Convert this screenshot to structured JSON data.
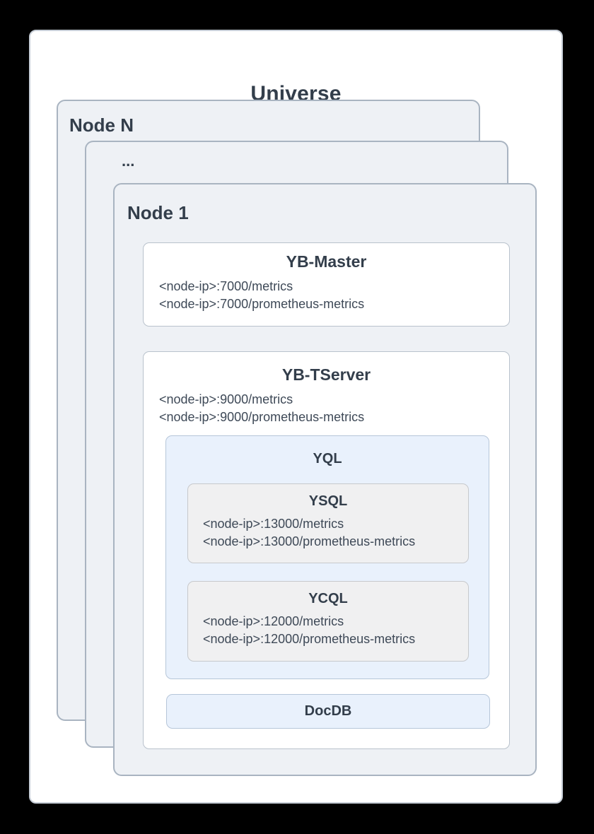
{
  "diagram": {
    "title": "Universe",
    "node_n": {
      "label": "Node N"
    },
    "node_ellipsis": {
      "label": "..."
    },
    "node_1": {
      "label": "Node 1"
    },
    "yb_master": {
      "title": "YB-Master",
      "lines": [
        "<node-ip>:7000/metrics",
        "<node-ip>:7000/prometheus-metrics"
      ]
    },
    "yb_tserver": {
      "title": "YB-TServer",
      "lines": [
        "<node-ip>:9000/metrics",
        "<node-ip>:9000/prometheus-metrics"
      ]
    },
    "yql": {
      "title": "YQL",
      "ysql": {
        "title": "YSQL",
        "lines": [
          "<node-ip>:13000/metrics",
          "<node-ip>:13000/prometheus-metrics"
        ]
      },
      "ycql": {
        "title": "YCQL",
        "lines": [
          "<node-ip>:12000/metrics",
          "<node-ip>:12000/prometheus-metrics"
        ]
      }
    },
    "docdb": {
      "title": "DocDB"
    },
    "colors": {
      "page_background": "#000000",
      "card_background": "#ffffff",
      "card_border": "#c6cdd6",
      "node_background": "#eef1f5",
      "node_border": "#a9b4c1",
      "white_box_border": "#b9c2cc",
      "blue_box_background": "#e9f1fc",
      "blue_box_border": "#b6c6d9",
      "gray_box_background": "#f0f0f1",
      "gray_box_border": "#c7c9cc",
      "heading_text": "#333e4b",
      "body_text": "#3e4957"
    }
  }
}
